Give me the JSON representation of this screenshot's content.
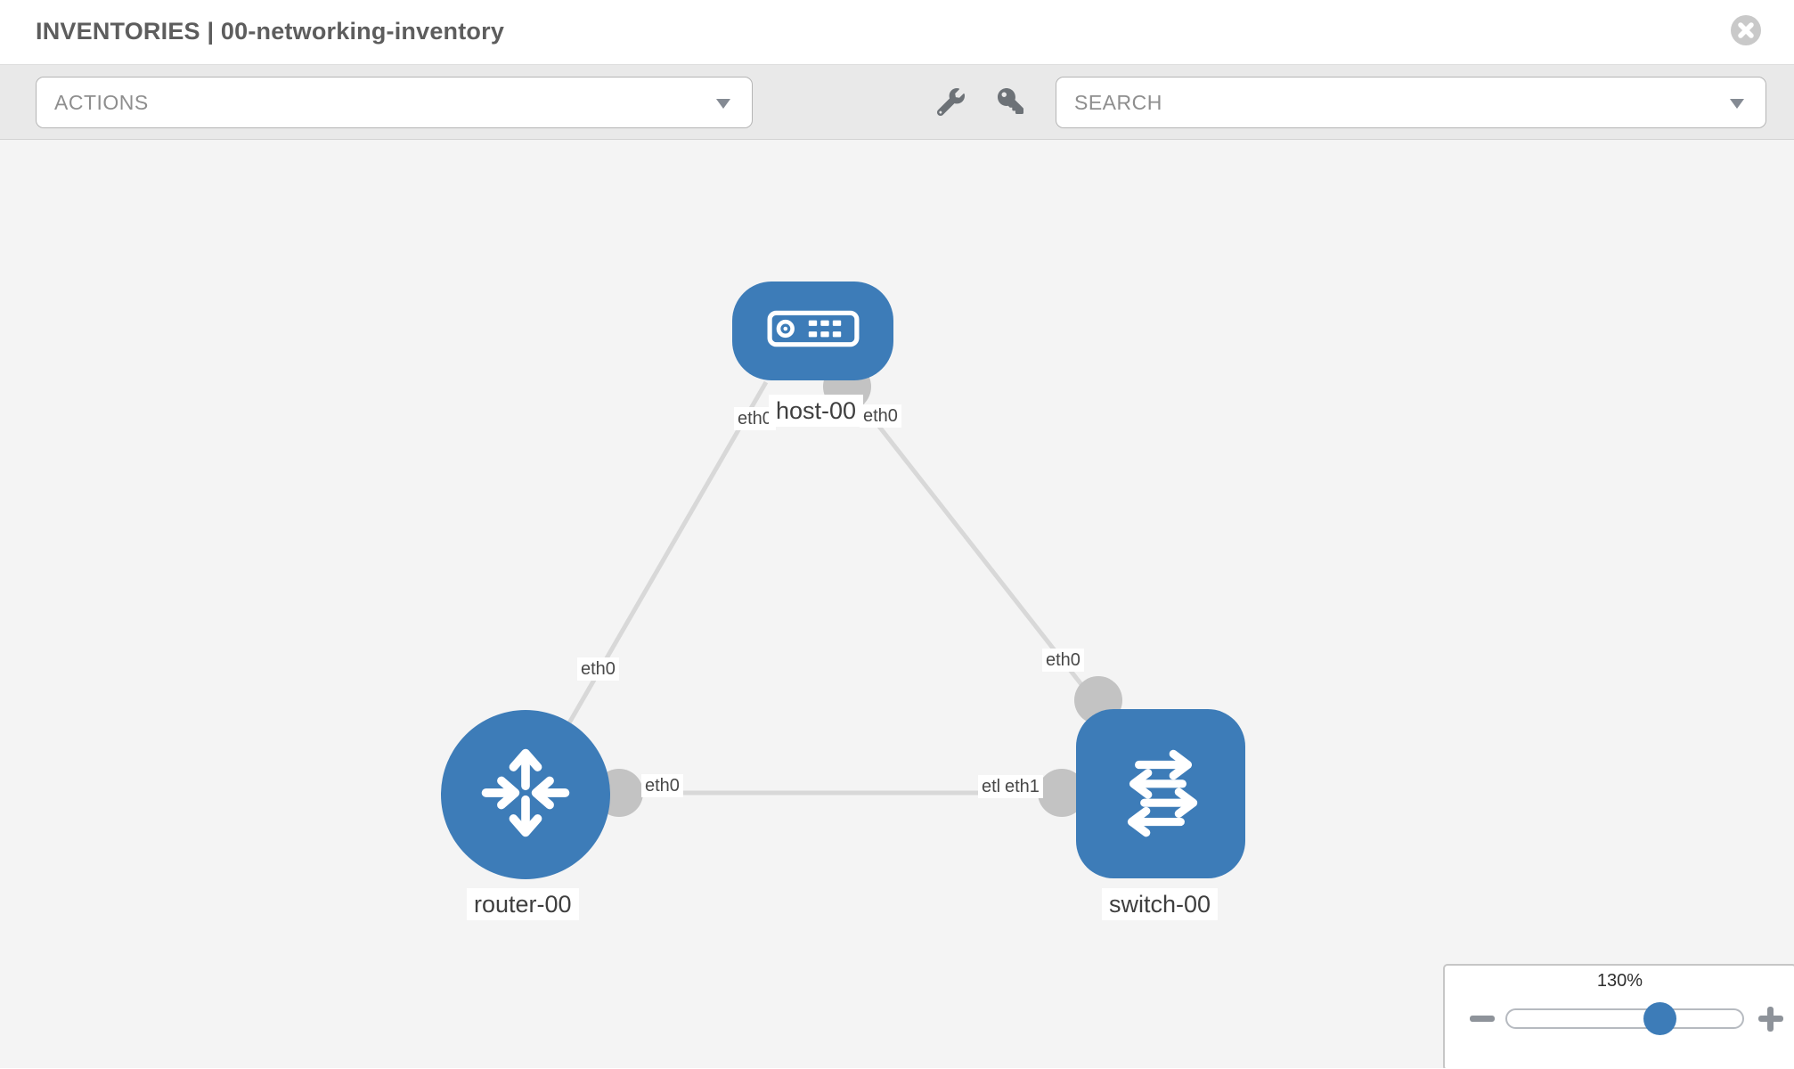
{
  "header": {
    "title": "INVENTORIES | 00-networking-inventory"
  },
  "toolbar": {
    "actions_label": "ACTIONS",
    "search_label": "SEARCH"
  },
  "icons": {
    "close": "x-circle-icon",
    "wrench": "wrench-icon",
    "key": "key-icon",
    "caret": "caret-down-icon",
    "host": "server-icon",
    "router": "router-arrows-icon",
    "switch": "switch-arrows-icon",
    "zoom_out": "minus-icon",
    "zoom_in": "plus-icon"
  },
  "colors": {
    "node_blue": "#3d7cb8",
    "link_gray": "#d8d8d8",
    "connector_gray": "#c3c3c3",
    "toolbar_bg": "#e9e9e9",
    "canvas_bg": "#f4f4f4",
    "label_text": "#484848"
  },
  "topology": {
    "nodes": [
      {
        "label": "host-00",
        "type": "host"
      },
      {
        "label": "router-00",
        "type": "router"
      },
      {
        "label": "switch-00",
        "type": "switch"
      }
    ],
    "interface_labels": [
      {
        "text": "eth0"
      },
      {
        "text": "eth0"
      },
      {
        "text": "eth0"
      },
      {
        "text": "eth0"
      },
      {
        "text": "eth0"
      },
      {
        "text": "etl"
      },
      {
        "text": "eth1"
      }
    ]
  },
  "zoom_control": {
    "level": "130%"
  }
}
